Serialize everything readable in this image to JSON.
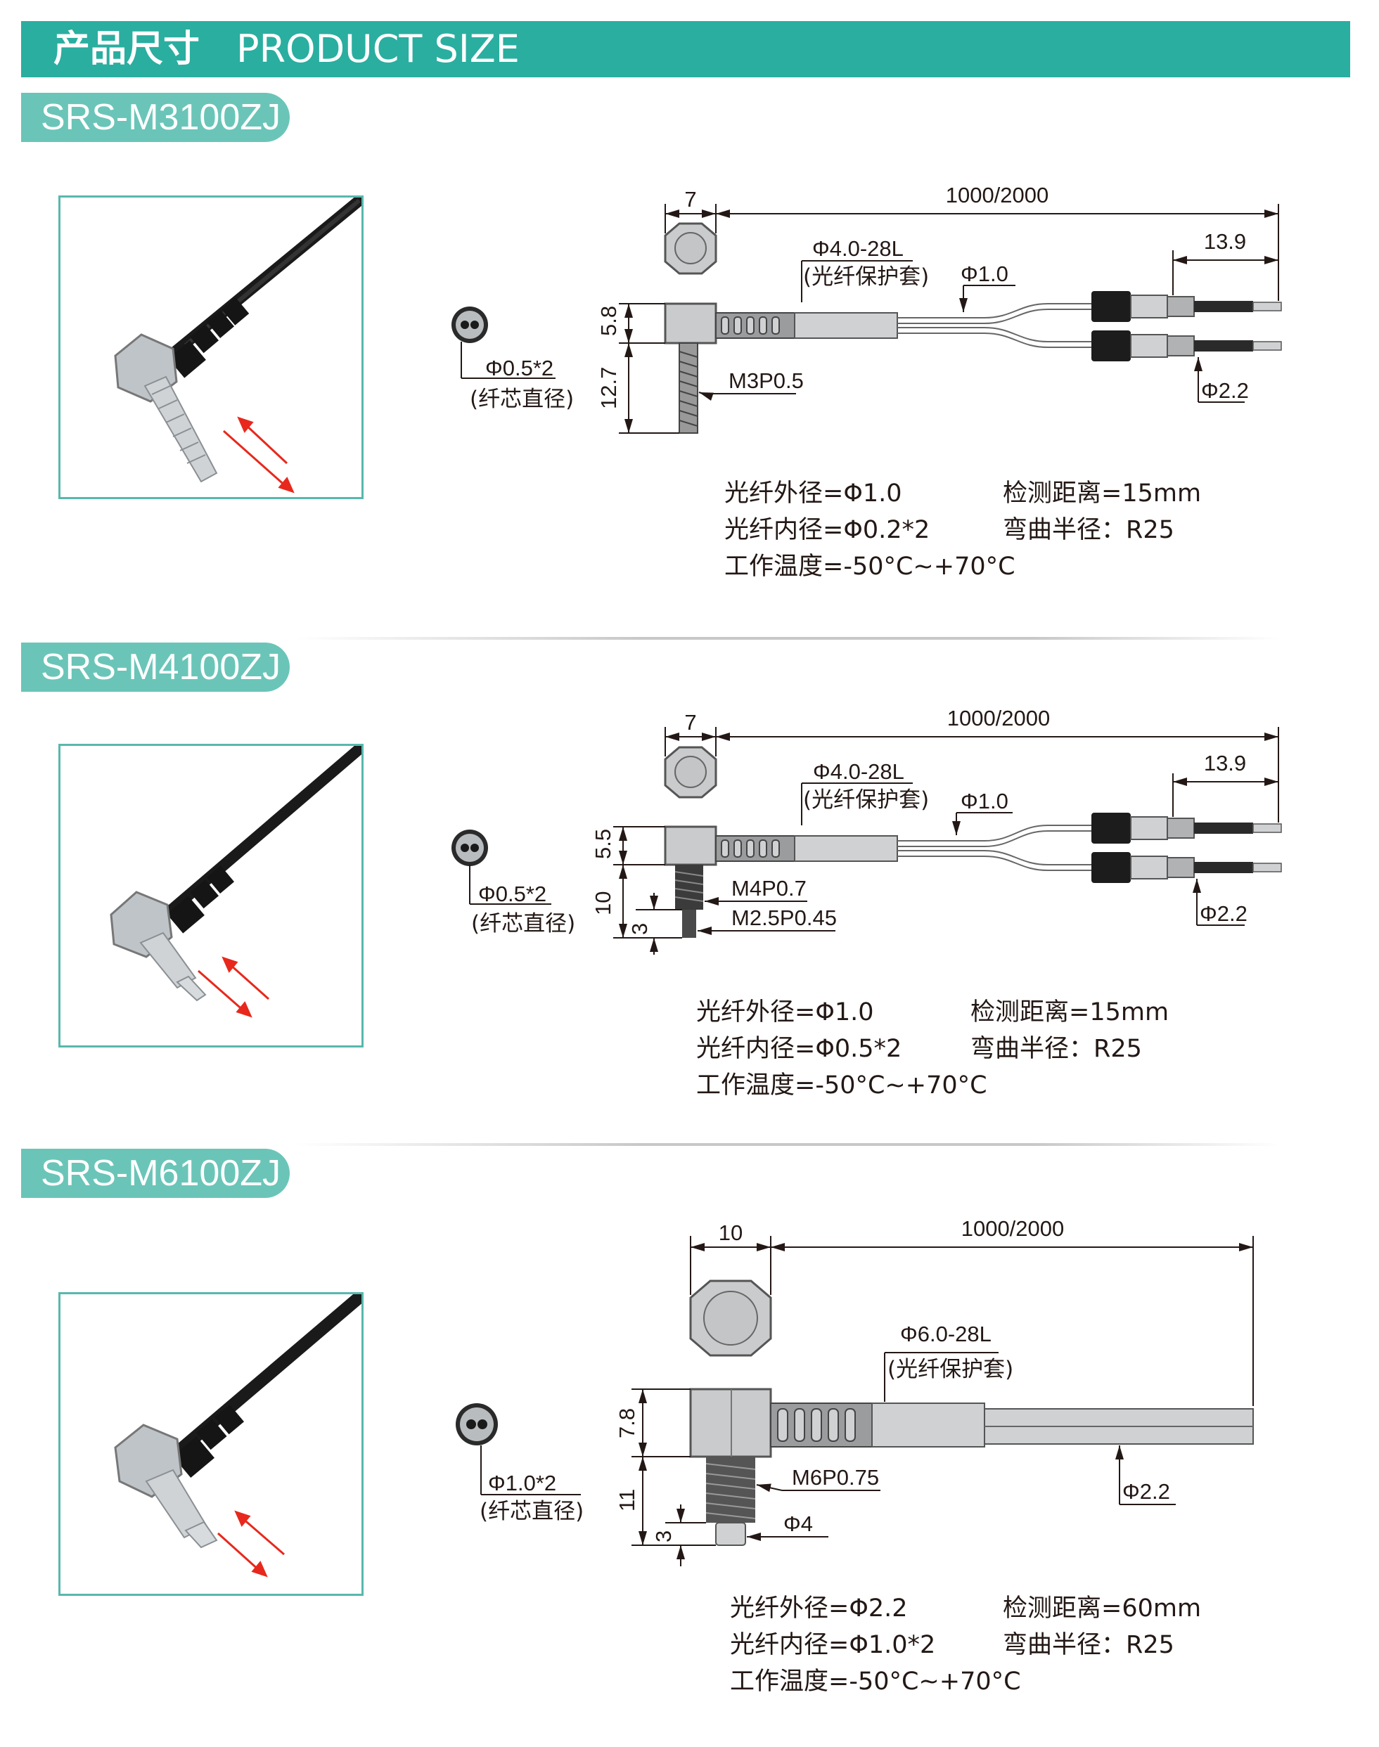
{
  "header": {
    "title_zh": "产品尺寸",
    "title_en": "PRODUCT SIZE",
    "bg": "#2aaea0"
  },
  "accent": "#6ac5b8",
  "models": [
    {
      "name": "SRS-M3100ZJ",
      "core_label": "Φ0.5*2",
      "core_note": "(纤芯直径)",
      "dims": {
        "hex_width": "7",
        "length": "1000/2000",
        "sleeve": "Φ4.0-28L",
        "sleeve_note": "(光纤保护套)",
        "fiber": "Φ1.0",
        "tail": "13.9",
        "head_h": "5.8",
        "thread_len": "12.7",
        "thread": "M3P0.5",
        "tail_dia": "Φ2.2"
      },
      "specs": {
        "outer": "光纤外径=Φ1.0",
        "inner": "光纤内径=Φ0.2*2",
        "temp": "工作温度=-50°C~+70°C",
        "distance": "检测距离=15mm",
        "bend": "弯曲半径：R25"
      }
    },
    {
      "name": "SRS-M4100ZJ",
      "core_label": "Φ0.5*2",
      "core_note": "(纤芯直径)",
      "dims": {
        "hex_width": "7",
        "length": "1000/2000",
        "sleeve": "Φ4.0-28L",
        "sleeve_note": "(光纤保护套)",
        "fiber": "Φ1.0",
        "tail": "13.9",
        "head_h": "5.5",
        "thread_len": "10",
        "tip_len": "3",
        "thread": "M4P0.7",
        "tip_thread": "M2.5P0.45",
        "tail_dia": "Φ2.2"
      },
      "specs": {
        "outer": "光纤外径=Φ1.0",
        "inner": "光纤内径=Φ0.5*2",
        "temp": "工作温度=-50°C~+70°C",
        "distance": "检测距离=15mm",
        "bend": "弯曲半径：R25"
      }
    },
    {
      "name": "SRS-M6100ZJ",
      "core_label": "Φ1.0*2",
      "core_note": "(纤芯直径)",
      "dims": {
        "hex_width": "10",
        "length": "1000/2000",
        "sleeve": "Φ6.0-28L",
        "sleeve_note": "(光纤保护套)",
        "head_h": "7.8",
        "thread_len": "11",
        "tip_len": "3",
        "thread": "M6P0.75",
        "tip_dia": "Φ4",
        "tail_dia": "Φ2.2"
      },
      "specs": {
        "outer": "光纤外径=Φ2.2",
        "inner": "光纤内径=Φ1.0*2",
        "temp": "工作温度=-50°C~+70°C",
        "distance": "检测距离=60mm",
        "bend": "弯曲半径：R25"
      }
    }
  ]
}
